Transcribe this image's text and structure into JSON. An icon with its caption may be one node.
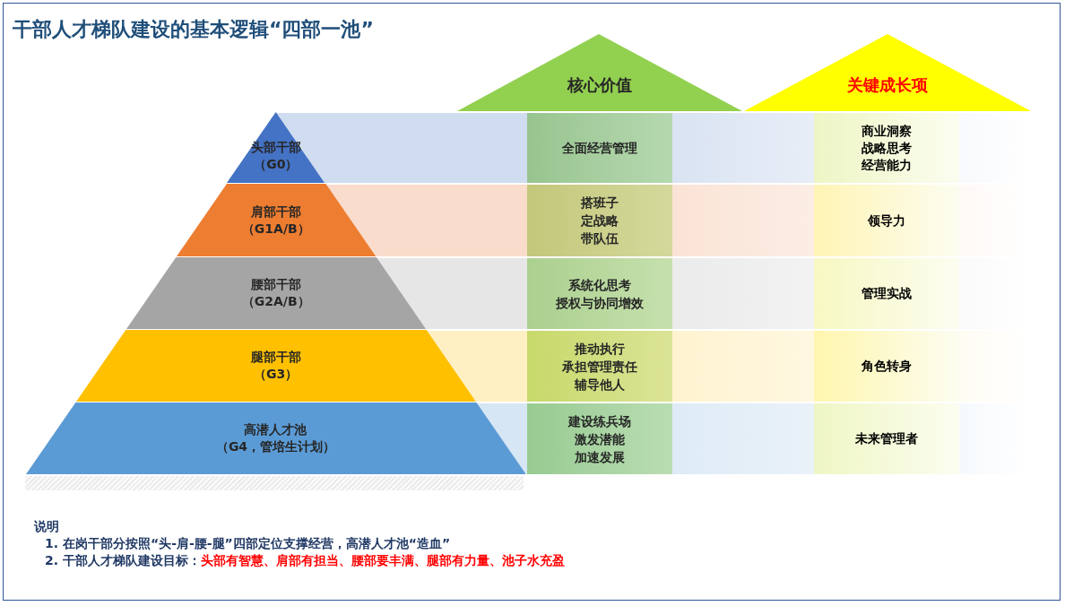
{
  "diagram": {
    "title": "干部人才梯队建设的基本逻辑“四部一池”",
    "nodes": [
      {
        "text": [
          "头部干部",
          "（G0）"
        ]
      },
      {
        "text": [
          "肩部干部",
          "（G1A/B）"
        ]
      },
      {
        "text": [
          "腰部干部",
          "（G2A/B）"
        ]
      },
      {
        "text": [
          "腿部干部",
          "（G3）"
        ]
      },
      {
        "text": [
          "高潜人才池",
          "（G4，管培生计划）"
        ]
      },
      {
        "text": [
          "核心价值"
        ]
      },
      {
        "text": [
          "关键成长项"
        ]
      },
      {
        "text": [
          "全面经营管理"
        ]
      },
      {
        "text": [
          "商业洞察",
          "战略思考",
          "经营能力"
        ]
      },
      {
        "text": [
          "搭班子",
          "定战略",
          "带队伍"
        ]
      },
      {
        "text": [
          "领导力"
        ]
      },
      {
        "text": [
          "系统化思考",
          "授权与协同增效"
        ]
      },
      {
        "text": [
          "管理实战"
        ]
      },
      {
        "text": [
          "推动执行",
          "承担管理责任",
          "辅导他人"
        ]
      },
      {
        "text": [
          "角色转身"
        ]
      },
      {
        "text": [
          "建设练兵场",
          "激发潜能",
          "加速发展"
        ]
      },
      {
        "text": [
          "未来管理者"
        ]
      }
    ],
    "labels": [
      "说明",
      "1. 在岗干部分按照“头-肩-腰-腿”四部定位支撑经营，高潜人才池“造血”",
      "2. 干部人才梯队建设目标：",
      "头部有智慧、肩部有担当、腰部要丰满、腿部有力量、池子水充盈"
    ]
  }
}
